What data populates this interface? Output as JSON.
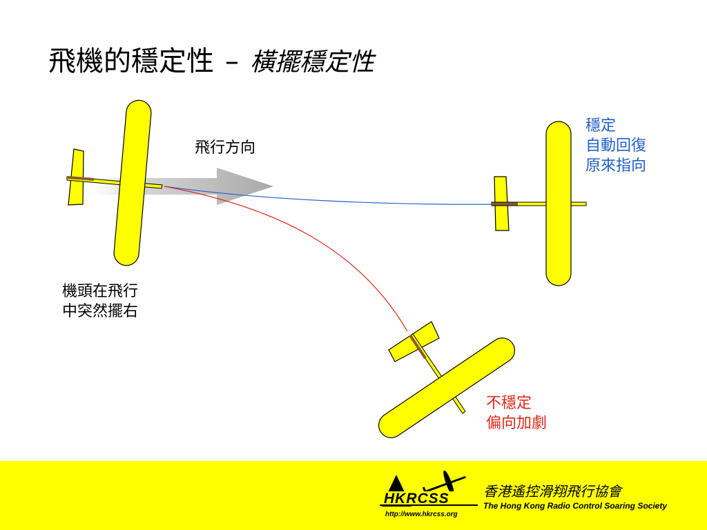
{
  "title": {
    "main": "飛機的穩定性",
    "dash": "–",
    "sub": "橫擺穩定性"
  },
  "labels": {
    "direction": "飛行方向",
    "yaw_event": [
      "機頭在飛行",
      "中突然擺右"
    ],
    "stable": [
      "穩定",
      "自動回復",
      "原來指向"
    ],
    "unstable": [
      "不穩定",
      "偏向加劇"
    ]
  },
  "colors": {
    "stable": "#1f5fc8",
    "unstable": "#e0281a",
    "plane_fill": "#ffff00",
    "fuselage": "#8b5a2b",
    "footer": "#ffff00"
  },
  "footer": {
    "logo_text": "HKRCSS",
    "url": "http://www.hkrcss.org",
    "name_cn": "香港遙控滑翔飛行協會",
    "name_en": "The Hong Kong Radio Control Soaring Society"
  }
}
